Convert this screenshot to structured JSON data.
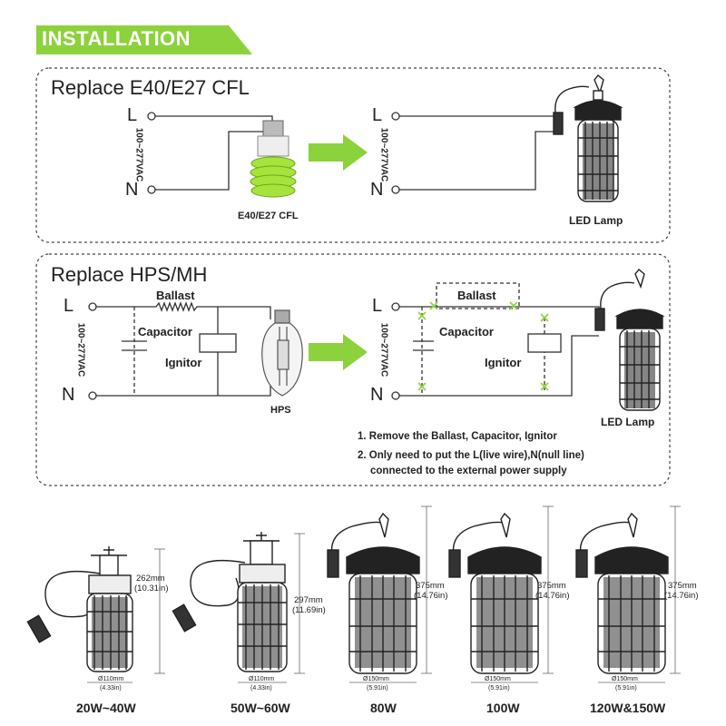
{
  "banner": {
    "title": "INSTALLATION",
    "color": "#8cd23c"
  },
  "accent_color": "#8cd23c",
  "panel1": {
    "title": "Replace E40/E27 CFL",
    "terminal_live": "L",
    "terminal_neutral": "N",
    "voltage": "100~277VAC",
    "old_lamp_label": "E40/E27 CFL",
    "new_lamp_label": "LED Lamp"
  },
  "panel2": {
    "title": "Replace HPS/MH",
    "terminal_live": "L",
    "terminal_neutral": "N",
    "voltage": "100~277VAC",
    "ballast_label": "Ballast",
    "capacitor_label": "Capacitor",
    "ignitor_label": "Ignitor",
    "old_lamp_label": "HPS",
    "new_lamp_label": "LED Lamp",
    "notes": [
      "1. Remove the Ballast, Capacitor, Ignitor",
      "2. Only need to put the L(live wire),N(null line)",
      "connected to the external power supply"
    ]
  },
  "products": [
    {
      "label": "20W~40W",
      "height_mm": "262mm",
      "height_in": "(10.31in)",
      "dia_mm": "Ø110mm",
      "dia_in": "(4.33in)"
    },
    {
      "label": "50W~60W",
      "height_mm": "297mm",
      "height_in": "(11.69in)",
      "dia_mm": "Ø110mm",
      "dia_in": "(4.33in)"
    },
    {
      "label": "80W",
      "height_mm": "375mm",
      "height_in": "(14.76in)",
      "dia_mm": "Ø150mm",
      "dia_in": "(5.91in)"
    },
    {
      "label": "100W",
      "height_mm": "375mm",
      "height_in": "(14.76in)",
      "dia_mm": "Ø150mm",
      "dia_in": "(5.91in)"
    },
    {
      "label": "120W&150W",
      "height_mm": "375mm",
      "height_in": "(14.76in)",
      "dia_mm": "Ø150mm",
      "dia_in": "(5.91in)"
    }
  ]
}
